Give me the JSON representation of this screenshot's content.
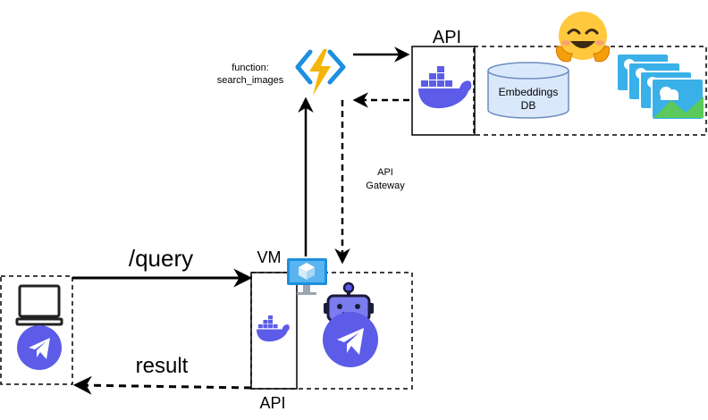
{
  "labels": {
    "function_name": [
      "function:",
      "search_images"
    ],
    "api_top": "API",
    "db_name": [
      "Embeddings",
      "DB"
    ],
    "api_gateway": [
      "API",
      "Gateway"
    ],
    "query": "/query",
    "vm": "VM",
    "result": "result",
    "api_bottom": "API"
  },
  "icons": {
    "azure_function": "azure-function-lightning-icon",
    "docker_top": "docker-whale-icon",
    "database": "database-cylinder-icon",
    "huggingface": "hugging-face-emoji-icon",
    "images_stack": "image-stack-icon",
    "laptop": "laptop-icon",
    "telegram_user": "telegram-icon",
    "vm": "azure-vm-monitor-icon",
    "docker_bottom": "docker-whale-icon",
    "bot": "robot-head-icon",
    "telegram_bot": "telegram-icon"
  },
  "colors": {
    "docker": "#5C5CE8",
    "telegram": "#5C5CE8",
    "azure_blue": "#1D8FE0",
    "bolt": "#F5B40A",
    "db_fill": "#DAE8FC",
    "db_stroke": "#6C8EBF",
    "emoji": "#FFC83D",
    "image_blue": "#3AB0E8",
    "image_green": "#5BC95B"
  }
}
